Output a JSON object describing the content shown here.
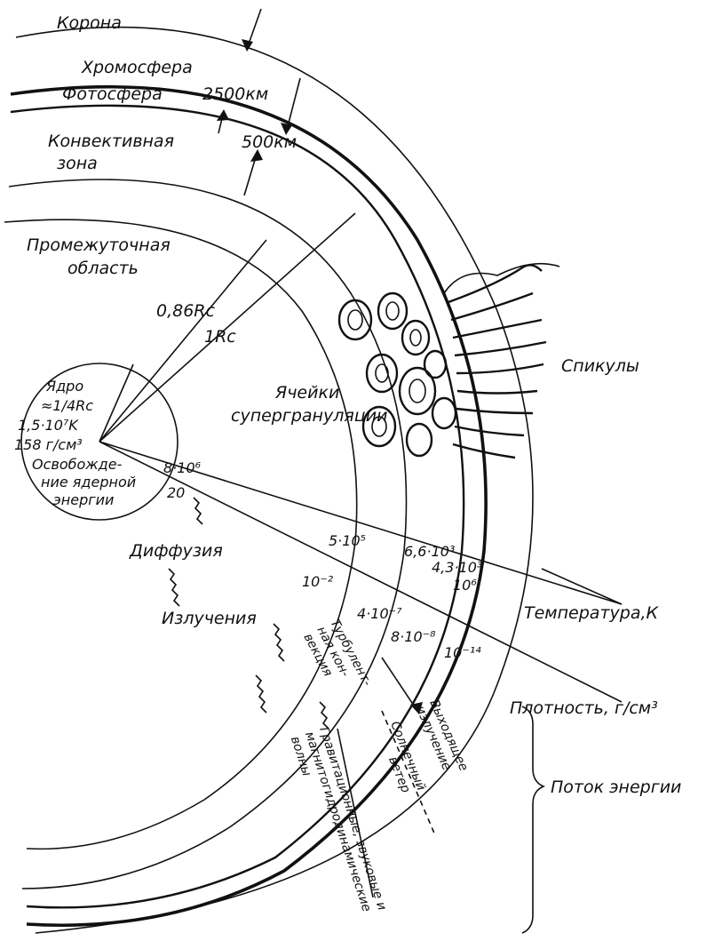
{
  "labels": {
    "corona": "Корона",
    "chromosphere": "Хромосфера",
    "photosphere": "Фотосфера",
    "convective_zone_1": "Конвективная",
    "convective_zone_2": "зона",
    "thickness_2500": "2500км",
    "thickness_500": "500км",
    "intermediate_1": "Промежуточная",
    "intermediate_2": "область",
    "radius_086": "0,86Rc",
    "radius_1": "1Rc",
    "core_1": "Ядро",
    "core_2": "≈1/4Rc",
    "core_temp": "1,5·10⁷K",
    "core_density": "158 г/см³",
    "release_1": "Освобожде-",
    "release_2": "ние ядерной",
    "release_3": "энергии",
    "supergranulation_1": "Ячейки",
    "supergranulation_2": "супергрануляции",
    "spicules": "Спикулы",
    "diffusion": "Диффузия",
    "radiation": "Излучения",
    "turbulent_1": "Турбулент-",
    "turbulent_2": "ная кон-",
    "turbulent_3": "векция",
    "outgoing_1": "Выходящее",
    "outgoing_2": "излучение",
    "solar_wind_1": "Солнечный",
    "solar_wind_2": "ветер",
    "waves_1": "Гравитационные, звуковые и",
    "waves_2": "магнитогидродинамические",
    "waves_3": "волны",
    "temperature_axis": "Температура,К",
    "density_axis": "Плотность, г/см³",
    "energy_flow": "Поток энергии"
  },
  "temperatures": {
    "t1": "8·10⁶",
    "t2": "5·10⁵",
    "t3": "6,6·10³",
    "t4": "4,3·10³",
    "t5": "10⁶"
  },
  "densities": {
    "d1": "20",
    "d2": "10⁻²",
    "d3": "4·10⁻⁷",
    "d4": "8·10⁻⁸",
    "d5": "10⁻¹⁴"
  }
}
